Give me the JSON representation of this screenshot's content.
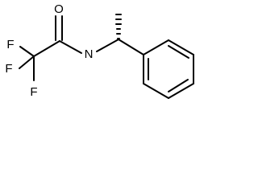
{
  "molecule": {
    "atoms": {
      "oxygen": "O",
      "nitrogen_hydrogen": "N",
      "fluorine_top": "F",
      "fluorine_left": "F",
      "fluorine_bottom": "F"
    },
    "colors": {
      "bond": "#000000",
      "label": "#000000",
      "background": "#ffffff"
    }
  }
}
